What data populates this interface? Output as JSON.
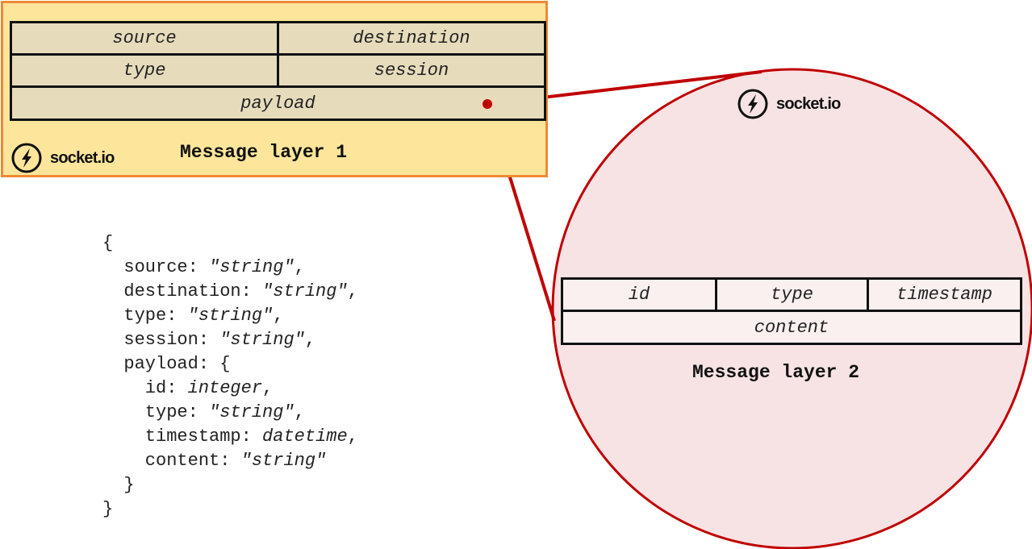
{
  "layer1": {
    "title": "Message layer 1",
    "fields": {
      "source": "source",
      "destination": "destination",
      "type": "type",
      "session": "session",
      "payload": "payload"
    }
  },
  "layer2": {
    "title": "Message layer 2",
    "fields": {
      "id": "id",
      "type": "type",
      "timestamp": "timestamp",
      "content": "content"
    }
  },
  "logo": {
    "text": "socket.io",
    "icon": "socket-io-lightning-icon"
  },
  "code": {
    "lines": [
      {
        "pre": "{",
        "value": "",
        "post": ""
      },
      {
        "pre": "  source: ",
        "value": "\"string\"",
        "post": ","
      },
      {
        "pre": "  destination: ",
        "value": "\"string\"",
        "post": ","
      },
      {
        "pre": "  type: ",
        "value": "\"string\"",
        "post": ","
      },
      {
        "pre": "  session: ",
        "value": "\"string\"",
        "post": ","
      },
      {
        "pre": "  payload: {",
        "value": "",
        "post": ""
      },
      {
        "pre": "    id: ",
        "value": "integer",
        "post": ","
      },
      {
        "pre": "    type: ",
        "value": "\"string\"",
        "post": ","
      },
      {
        "pre": "    timestamp: ",
        "value": "datetime",
        "post": ","
      },
      {
        "pre": "    content: ",
        "value": "\"string\"",
        "post": ""
      },
      {
        "pre": "  }",
        "value": "",
        "post": ""
      },
      {
        "pre": "}",
        "value": "",
        "post": ""
      }
    ]
  },
  "colors": {
    "layer1_fill": "#fde69b",
    "layer1_border": "#ef8a35",
    "layer1_cell": "#e6dcbc",
    "zoom_fill": "#f7e3e4",
    "zoom_stroke": "#c00000",
    "layer2_cell": "#faf0f0"
  }
}
